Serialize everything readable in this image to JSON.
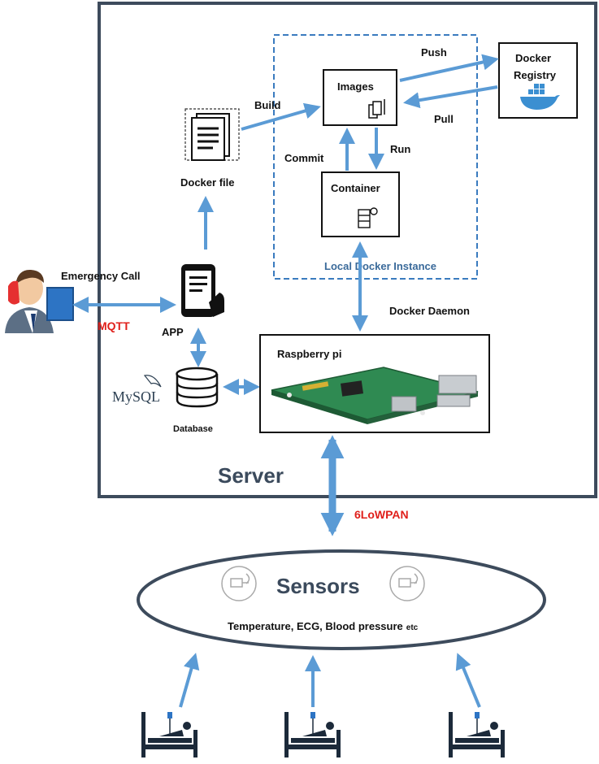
{
  "labels": {
    "push": "Push",
    "pull": "Pull",
    "build": "Build",
    "run": "Run",
    "commit": "Commit",
    "images": "Images",
    "docker_registry_line1": "Docker",
    "docker_registry_line2": "Registry",
    "container": "Container",
    "docker_file": "Docker file",
    "local_docker_instance": "Local  Docker Instance",
    "emergency_call": "Emergency Call",
    "mqtt": "MQTT",
    "app": "APP",
    "docker_daemon": "Docker Daemon",
    "raspberry_pi": "Raspberry pi",
    "mysql": "MySQL",
    "database": "Database",
    "server": "Server",
    "sixlowpan": "6LoWPAN",
    "sensors": "Sensors",
    "sensor_types": "Temperature, ECG, Blood pressure",
    "sensor_types_etc": "etc"
  },
  "colors": {
    "arrow": "#5b9bd5",
    "server_border": "#3d4b5c",
    "dashed_box": "#3a7bbf",
    "protocol_text": "#e0201b",
    "title_text": "#3b4a5c"
  },
  "icons": {
    "docker_file": "document-stack-icon",
    "images": "image-stack-icon",
    "container": "container-settings-icon",
    "registry": "docker-whale-icon",
    "app": "smartphone-touch-icon",
    "database": "database-cylinder-icon",
    "user": "doctor-phone-icon",
    "board": "raspberry-pi-board-icon",
    "sensor": "sensor-node-icon",
    "patient": "patient-bed-icon"
  }
}
